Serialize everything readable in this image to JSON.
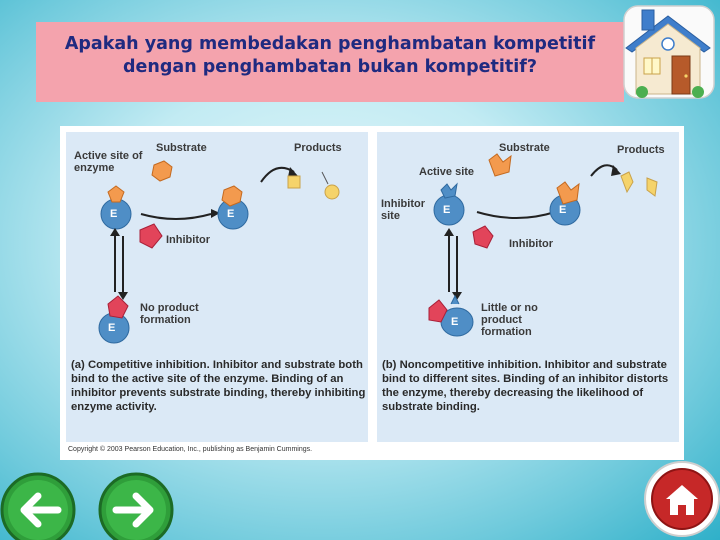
{
  "title": "Apakah yang membedakan penghambatan kompetitif dengan penghambatan bukan kompetitif?",
  "panel_a": {
    "label_active_site": "Active site of enzyme",
    "label_substrate": "Substrate",
    "label_products": "Products",
    "label_enzyme_1": "E",
    "label_enzyme_2": "E",
    "label_enzyme_3": "E",
    "label_inhibitor": "Inhibitor",
    "label_no_product": "No product formation",
    "caption_tag": "(a)",
    "caption_heading": "Competitive inhibition.",
    "caption_body": "Inhibitor and substrate both bind to the active site of the enzyme. Binding of an inhibitor prevents substrate binding, thereby inhibiting enzyme activity."
  },
  "panel_b": {
    "label_substrate": "Substrate",
    "label_products": "Products",
    "label_active_site": "Active site",
    "label_inhibitor_site": "Inhibitor site",
    "label_enzyme_1": "E",
    "label_enzyme_2": "E",
    "label_enzyme_3": "E",
    "label_inhibitor": "Inhibitor",
    "label_little_product": "Little or no product formation",
    "caption_tag": "(b)",
    "caption_heading": "Noncompetitive inhibition.",
    "caption_body": "Inhibitor and substrate bind to different sites. Binding of an inhibitor distorts the enzyme, thereby decreasing the likelihood of substrate binding."
  },
  "copyright": "Copyright © 2003 Pearson Education, Inc., publishing as Benjamin Cummings.",
  "colors": {
    "title_bg": "#f4a3ad",
    "title_text": "#1f2a80",
    "enzyme": "#4f8ec6",
    "substrate": "#f39a4e",
    "inhibitor": "#e2445a",
    "panel_bg": "#dbe9f6",
    "nav_green": "#2f9e3a"
  }
}
